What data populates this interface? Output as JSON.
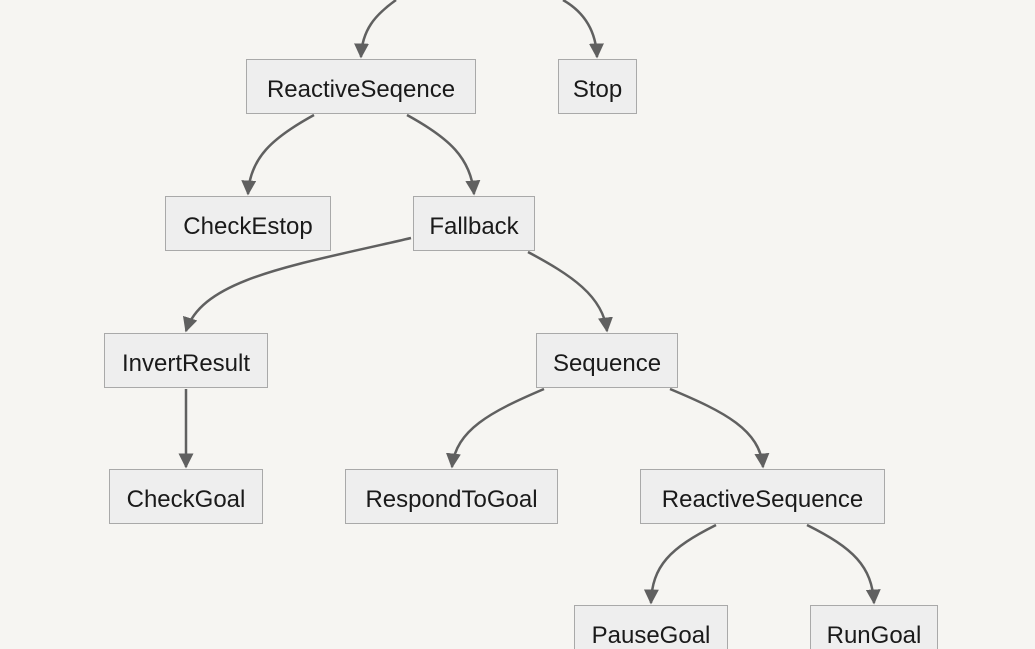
{
  "colors": {
    "background": "#f6f5f2",
    "node_fill": "#eeeeee",
    "node_border": "#a9a9a9",
    "edge": "#606060"
  },
  "diagram": {
    "type": "behavior-tree",
    "nodes": {
      "reactive_sequence_top": "ReactiveSeqence",
      "stop": "Stop",
      "check_estop": "CheckEstop",
      "fallback": "Fallback",
      "invert_result": "InvertResult",
      "sequence": "Sequence",
      "check_goal": "CheckGoal",
      "respond_to_goal": "RespondToGoal",
      "reactive_sequence_bottom": "ReactiveSequence",
      "pause_goal": "PauseGoal",
      "run_goal": "RunGoal"
    },
    "edges": [
      {
        "from": "(offscreen parent)",
        "to": "reactive_sequence_top"
      },
      {
        "from": "(offscreen parent)",
        "to": "stop"
      },
      {
        "from": "reactive_sequence_top",
        "to": "check_estop"
      },
      {
        "from": "reactive_sequence_top",
        "to": "fallback"
      },
      {
        "from": "fallback",
        "to": "invert_result"
      },
      {
        "from": "fallback",
        "to": "sequence"
      },
      {
        "from": "invert_result",
        "to": "check_goal"
      },
      {
        "from": "sequence",
        "to": "respond_to_goal"
      },
      {
        "from": "sequence",
        "to": "reactive_sequence_bottom"
      },
      {
        "from": "reactive_sequence_bottom",
        "to": "pause_goal"
      },
      {
        "from": "reactive_sequence_bottom",
        "to": "run_goal"
      }
    ]
  }
}
